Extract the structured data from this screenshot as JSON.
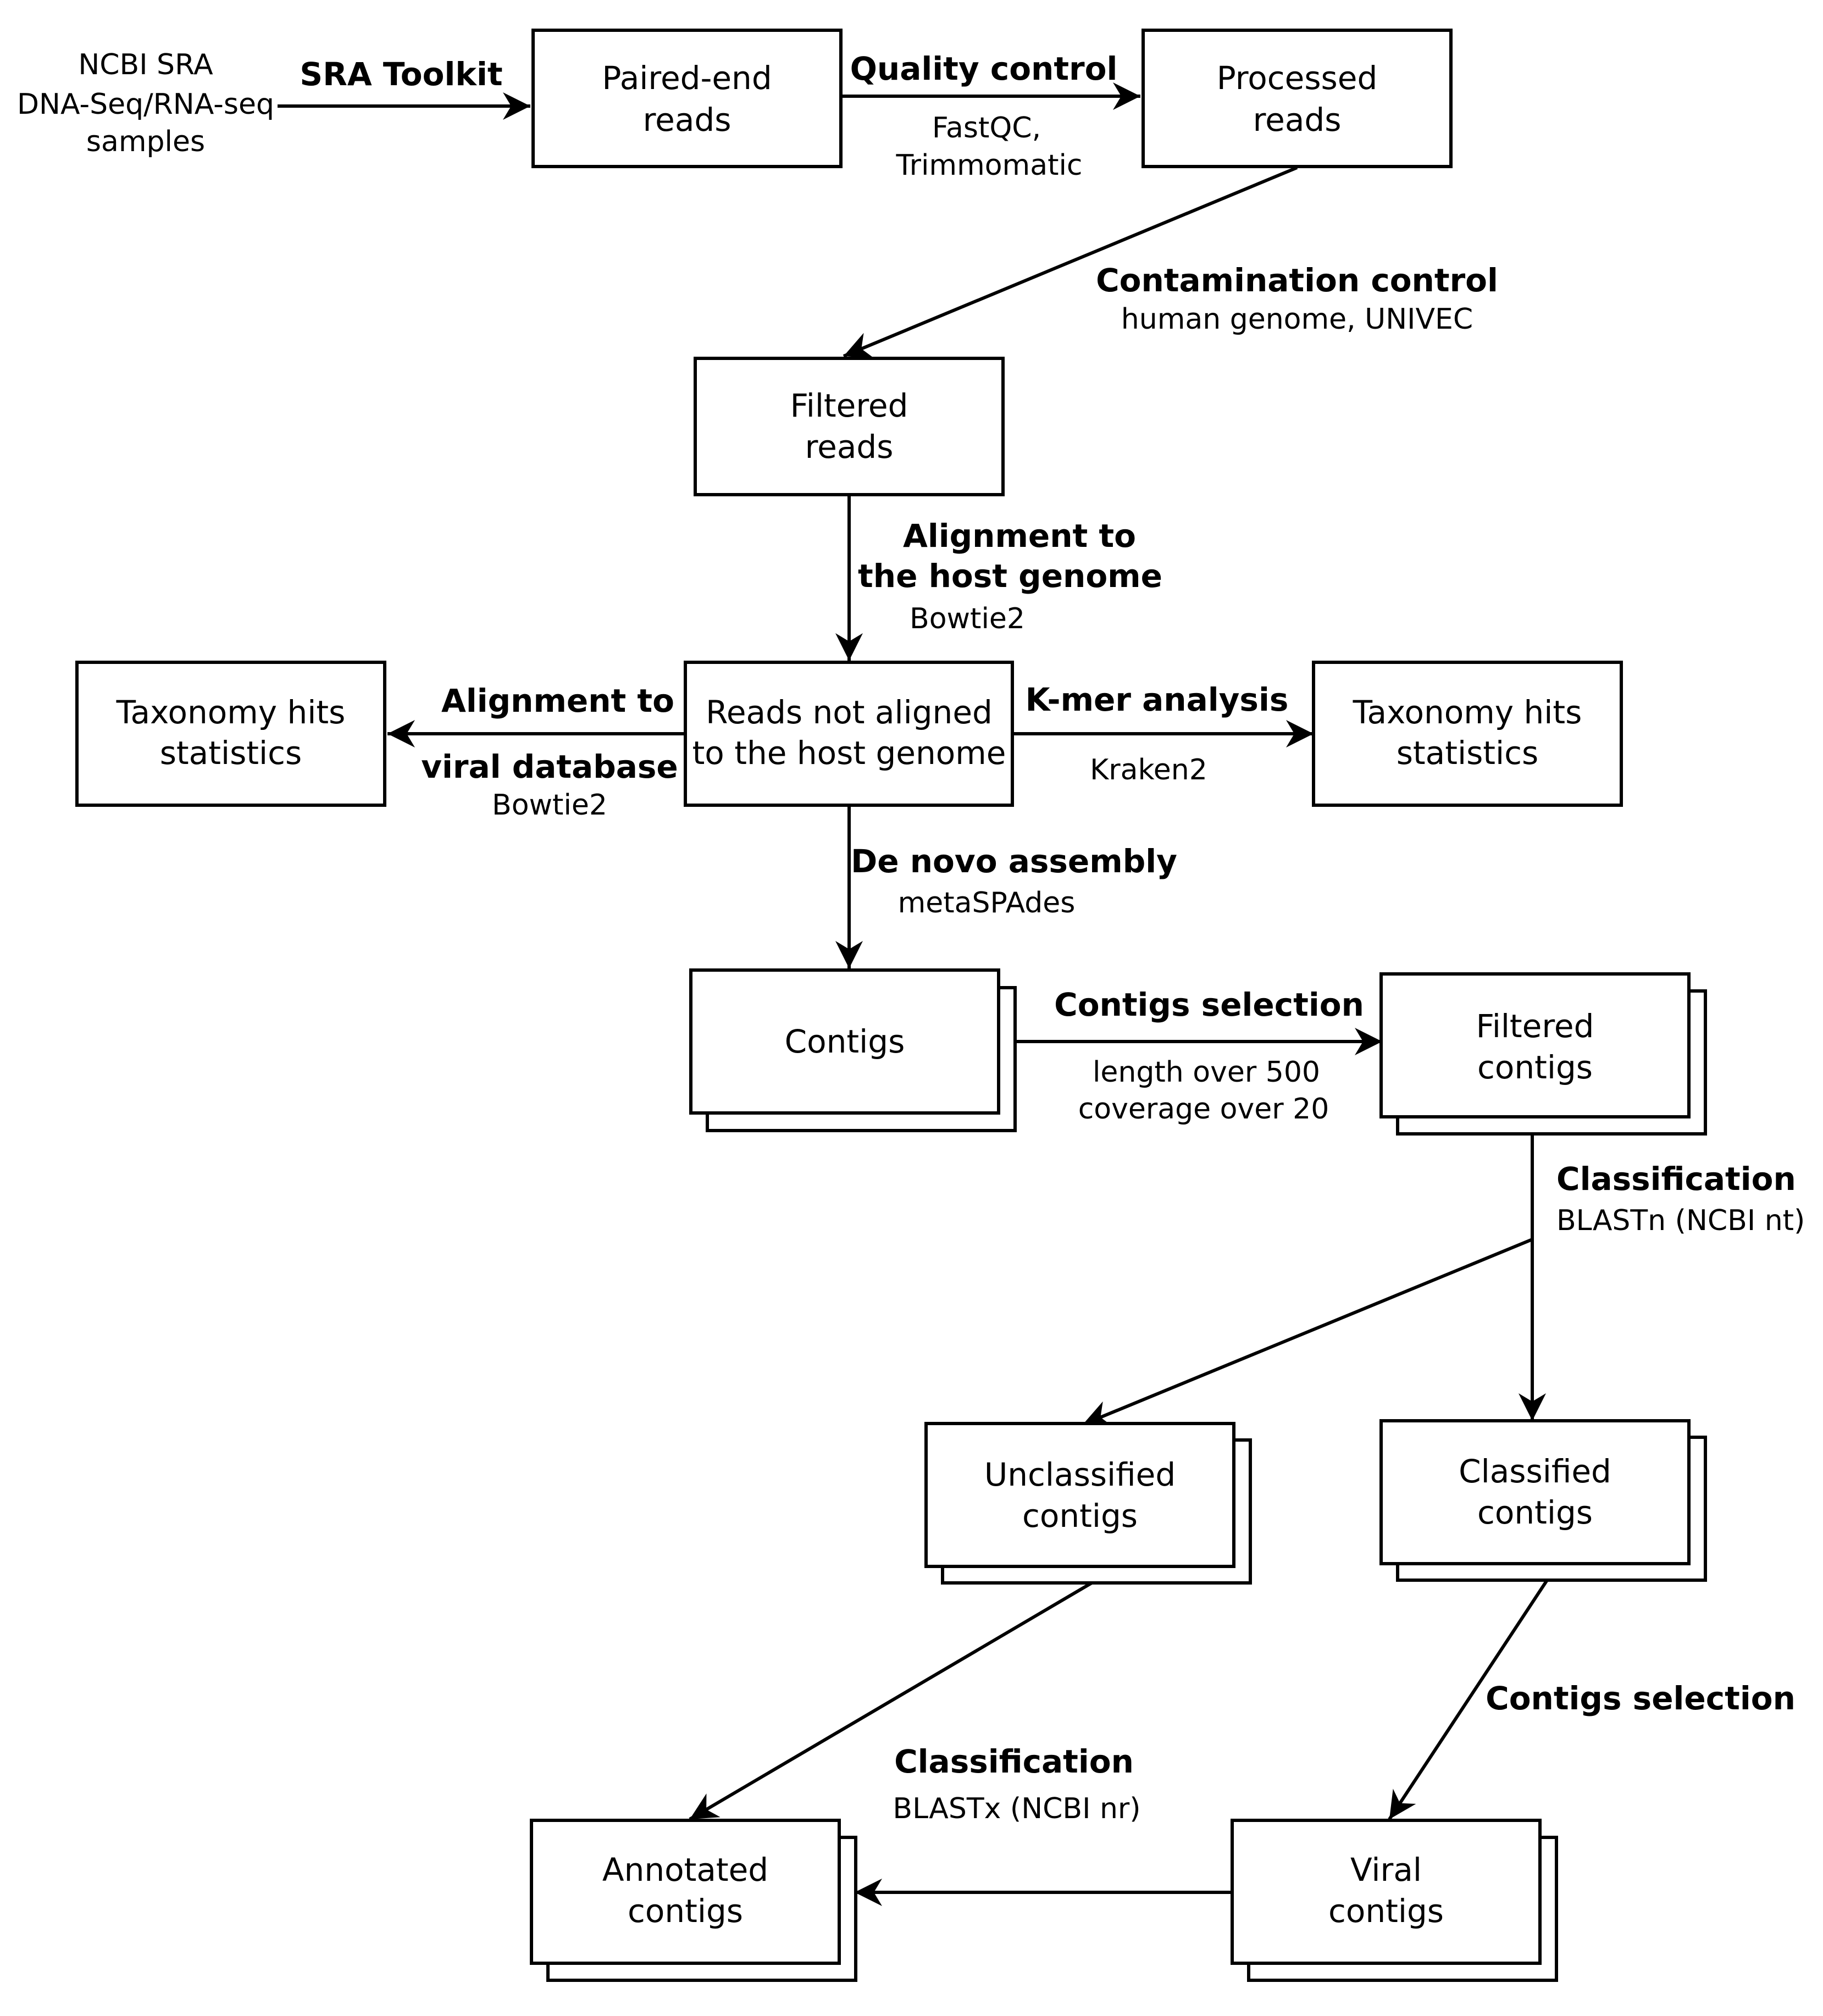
{
  "source": [
    "NCBI SRA",
    "DNA-Seq/RNA-seq",
    "samples"
  ],
  "nodes": {
    "paired_end_reads": [
      "Paired-end",
      "reads"
    ],
    "processed_reads": [
      "Processed",
      "reads"
    ],
    "filtered_reads": [
      "Filtered",
      "reads"
    ],
    "reads_not_aligned": [
      "Reads not aligned",
      "to the host genome"
    ],
    "taxonomy_left": [
      "Taxonomy hits",
      "statistics"
    ],
    "taxonomy_right": [
      "Taxonomy hits",
      "statistics"
    ],
    "contigs": [
      "Contigs"
    ],
    "filtered_contigs": [
      "Filtered",
      "contigs"
    ],
    "unclassified_contigs": [
      "Unclassified",
      "contigs"
    ],
    "classified_contigs": [
      "Classified",
      "contigs"
    ],
    "annotated_contigs": [
      "Annotated",
      "contigs"
    ],
    "viral_contigs": [
      "Viral",
      "contigs"
    ]
  },
  "steps": {
    "sra_toolkit": {
      "title": [
        "SRA Toolkit"
      ]
    },
    "quality_control": {
      "title": [
        "Quality control"
      ],
      "tool": [
        "FastQC,",
        "Trimmomatic"
      ]
    },
    "contamination_control": {
      "title": [
        "Contamination control"
      ],
      "tool": [
        "human genome, UNIVEC"
      ]
    },
    "host_alignment": {
      "title": [
        "Alignment to",
        "the host genome"
      ],
      "tool": [
        "Bowtie2"
      ]
    },
    "viral_alignment": {
      "title": [
        "Alignment to",
        "viral database"
      ],
      "tool": [
        "Bowtie2"
      ]
    },
    "kmer_analysis": {
      "title": [
        "K-mer analysis"
      ],
      "tool": [
        "Kraken2"
      ]
    },
    "de_novo_assembly": {
      "title": [
        "De novo assembly"
      ],
      "tool": [
        "metaSPAdes"
      ]
    },
    "contigs_selection_1": {
      "title": [
        "Contigs selection"
      ],
      "tool": [
        "length over 500",
        "coverage over 20"
      ]
    },
    "classification_blastn": {
      "title": [
        "Classification"
      ],
      "tool": [
        "BLASTn (NCBI nt)"
      ]
    },
    "contigs_selection_2": {
      "title": [
        "Contigs selection"
      ]
    },
    "classification_blastx": {
      "title": [
        "Classification"
      ],
      "tool": [
        "BLASTx (NCBI nr)"
      ]
    }
  }
}
